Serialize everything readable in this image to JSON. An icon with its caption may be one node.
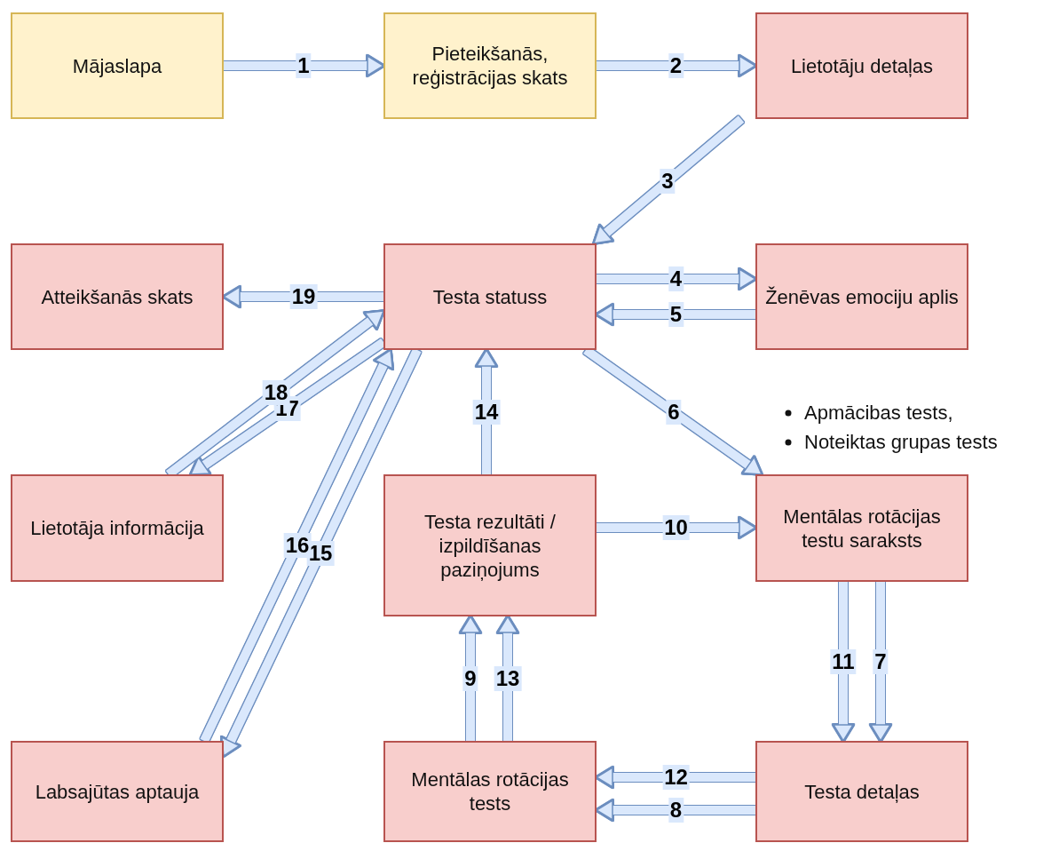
{
  "diagram": {
    "nodes": [
      {
        "text": [
          "Mājaslapa"
        ]
      },
      {
        "text": [
          "Pieteikšanās, reģistrācijas skats"
        ]
      },
      {
        "text": [
          "Lietotāju detaļas"
        ]
      },
      {
        "text": [
          "Atteikšanās skats"
        ]
      },
      {
        "text": [
          "Testa statuss"
        ]
      },
      {
        "text": [
          "Ženēvas emociju aplis"
        ]
      },
      {
        "text": [
          "Lietotāja informācija"
        ]
      },
      {
        "text": [
          "Testa rezultāti / izpildīšanas paziņojums"
        ]
      },
      {
        "text": [
          "Mentālas rotācijas testu saraksts"
        ]
      },
      {
        "text": [
          "Labsajūtas aptauja"
        ]
      },
      {
        "text": [
          "Mentālas rotācijas tests"
        ]
      },
      {
        "text": [
          "Testa detaļas"
        ]
      }
    ],
    "edges": [
      {
        "from": 0,
        "to": 1,
        "arrow": "to",
        "label": "1"
      },
      {
        "from": 1,
        "to": 2,
        "arrow": "to",
        "label": "2"
      },
      {
        "from": 2,
        "to": 4,
        "arrow": "to",
        "label": "3"
      },
      {
        "from": 4,
        "to": 5,
        "arrow": "to",
        "label": "4"
      },
      {
        "from": 5,
        "to": 4,
        "arrow": "to",
        "label": "5"
      },
      {
        "from": 4,
        "to": 8,
        "arrow": "to",
        "label": "6"
      },
      {
        "from": 7,
        "to": 8,
        "arrow": "to",
        "label": "10"
      },
      {
        "from": 8,
        "to": 11,
        "arrow": "to",
        "label": "11"
      },
      {
        "from": 8,
        "to": 11,
        "arrow": "to",
        "label": "7"
      },
      {
        "from": 11,
        "to": 10,
        "arrow": "to",
        "label": "12"
      },
      {
        "from": 11,
        "to": 10,
        "arrow": "to",
        "label": "8"
      },
      {
        "from": 10,
        "to": 7,
        "arrow": "to",
        "label": "9"
      },
      {
        "from": 10,
        "to": 7,
        "arrow": "to",
        "label": "13"
      },
      {
        "from": 7,
        "to": 4,
        "arrow": "to",
        "label": "14"
      },
      {
        "from": 4,
        "to": 9,
        "arrow": "to",
        "label": "15"
      },
      {
        "from": 9,
        "to": 4,
        "arrow": "to",
        "label": "16"
      },
      {
        "from": 4,
        "to": 6,
        "arrow": "to",
        "label": "17"
      },
      {
        "from": 6,
        "to": 4,
        "arrow": "to",
        "label": "18"
      },
      {
        "from": 4,
        "to": 3,
        "arrow": "to",
        "label": "19"
      }
    ],
    "labels": [
      "Apmācibas tests,",
      "Noteiktas grupas tests"
    ]
  }
}
